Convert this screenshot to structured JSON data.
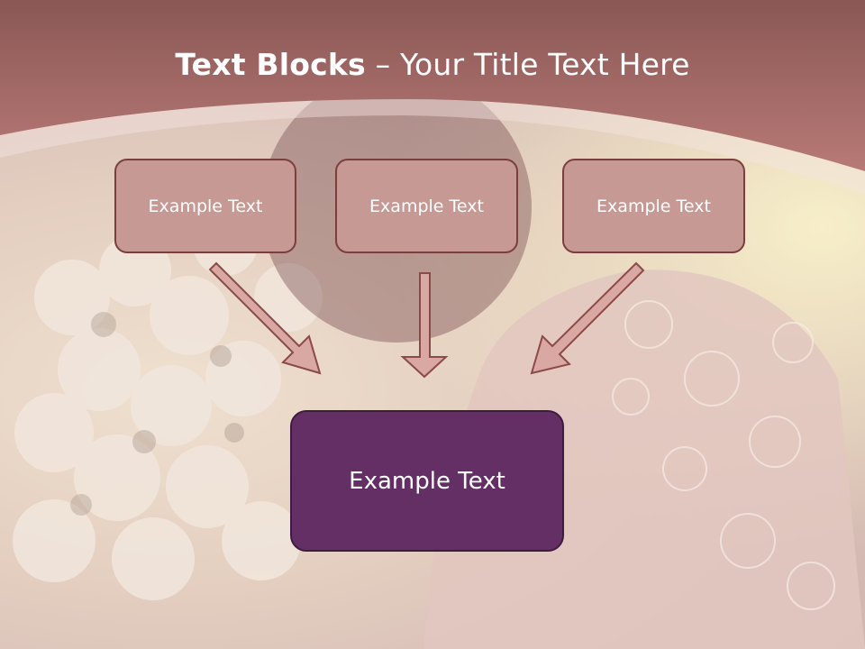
{
  "title": {
    "bold": "Text Blocks",
    "dash": " – ",
    "rest": "Your Title Text Here"
  },
  "blocks": {
    "left": "Example Text",
    "center": "Example Text",
    "right": "Example Text",
    "main": "Example Text"
  },
  "colors": {
    "header": "#a86b6b",
    "box_fill": "#c69995",
    "box_border": "#7a3f3c",
    "main_fill": "#632f65",
    "arrow_fill": "#d9a8a2"
  }
}
